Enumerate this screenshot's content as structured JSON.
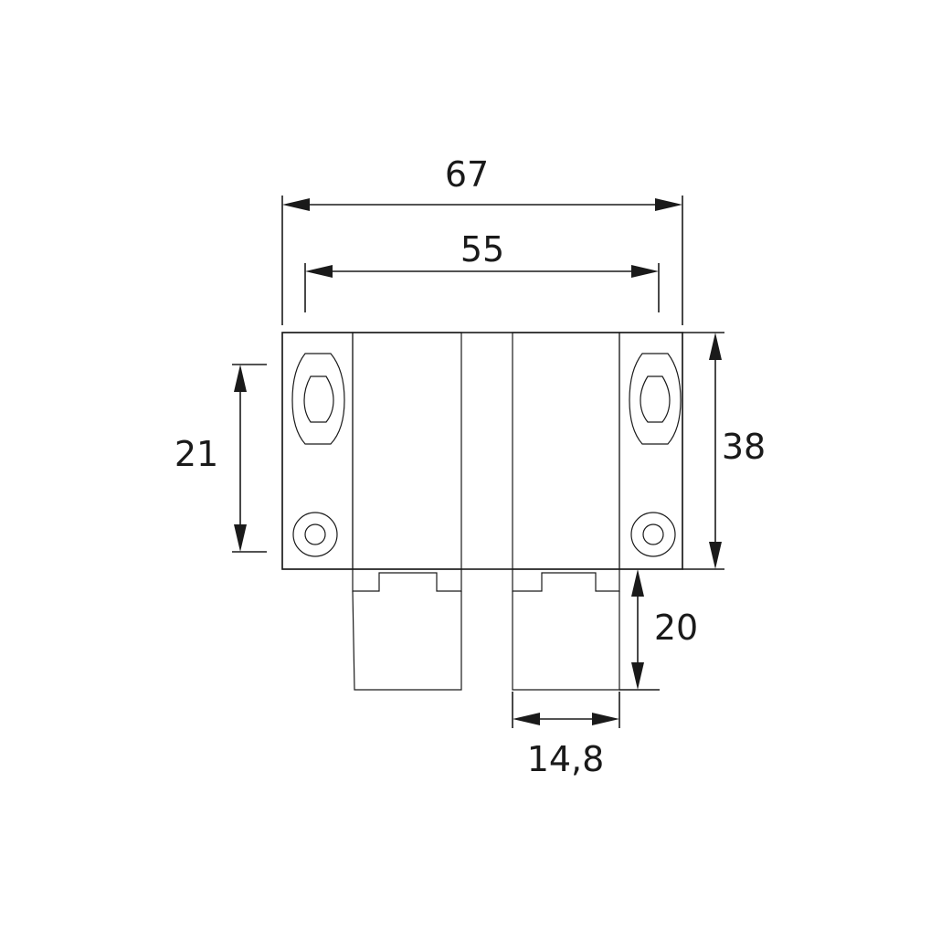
{
  "drawing": {
    "dimensions": {
      "overall_width": "67",
      "hole_spacing": "55",
      "height": "38",
      "hole_vertical": "21",
      "tongue_length": "20",
      "tongue_width": "14,8"
    },
    "colors": {
      "line": "#1a1a1a",
      "background": "#ffffff"
    }
  }
}
